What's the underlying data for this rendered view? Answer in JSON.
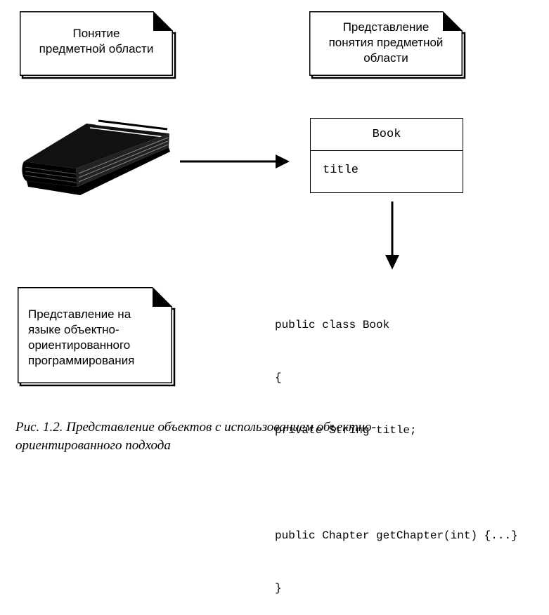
{
  "notes": {
    "domain_concept": {
      "lines": [
        "Понятие",
        "предметной области"
      ]
    },
    "concept_representation": {
      "lines": [
        "Представление",
        "понятия предметной",
        "области"
      ]
    },
    "oop_representation": {
      "lines": [
        "Представление на",
        "языке объектно-",
        "ориентированного",
        "программирования"
      ]
    }
  },
  "uml_class": {
    "name": "Book",
    "attribute": "title"
  },
  "code": {
    "lines": [
      "public class Book",
      "{",
      "private String title;",
      "",
      "public Chapter getChapter(int) {...}",
      "}"
    ]
  },
  "caption": {
    "lines": [
      "Рис. 1.2. Представление объектов с использованием объектно-",
      "ориентированного подхода"
    ]
  },
  "icons": {
    "book": "book-icon"
  },
  "colors": {
    "ink": "#000000",
    "paper": "#ffffff"
  }
}
